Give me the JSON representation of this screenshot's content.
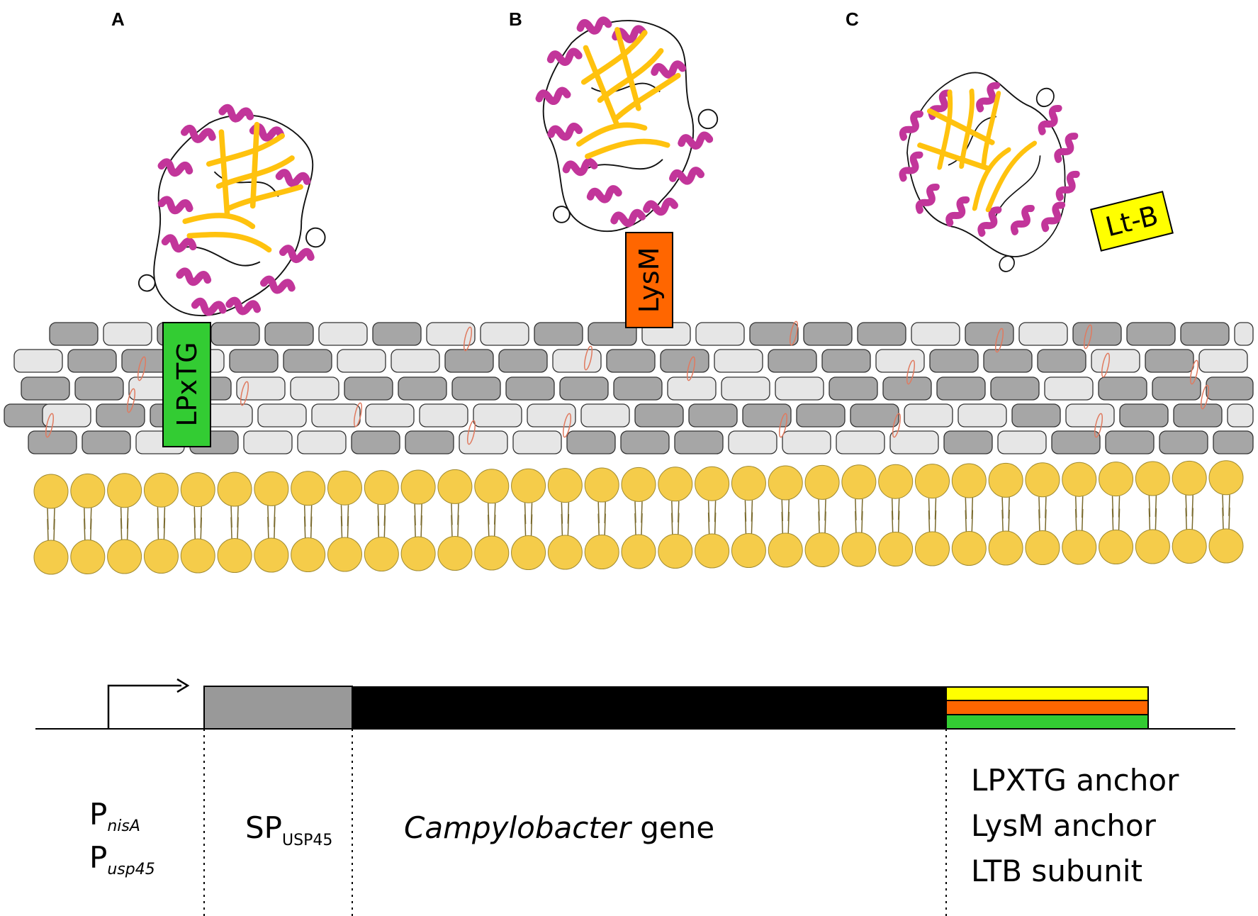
{
  "panels": {
    "a": {
      "letter": "A",
      "anchor_label": "LPxTG",
      "anchor_color": "#33cc33"
    },
    "b": {
      "letter": "B",
      "anchor_label": "LysM",
      "anchor_color": "#ff6600"
    },
    "c": {
      "letter": "C",
      "anchor_label": "Lt-B",
      "anchor_color": "#ffff00"
    }
  },
  "colors": {
    "helix": "#c2359a",
    "strand": "#ffc20e",
    "brick_dark": "#a6a6a6",
    "brick_light": "#e6e6e6",
    "lipid_head": "#f5cc4a",
    "sp_segment": "#999999",
    "gene_segment": "#000000"
  },
  "construct": {
    "promoter_1_main": "P",
    "promoter_1_sub": "nisA",
    "promoter_2_main": "P",
    "promoter_2_sub": "usp45",
    "signal_main": "SP",
    "signal_sub": "USP45",
    "gene_italic": "Campylobacter",
    "gene_rest": " gene",
    "anchor_1": "LPXTG anchor",
    "anchor_2": "LysM anchor",
    "anchor_3": "LTB subunit"
  }
}
